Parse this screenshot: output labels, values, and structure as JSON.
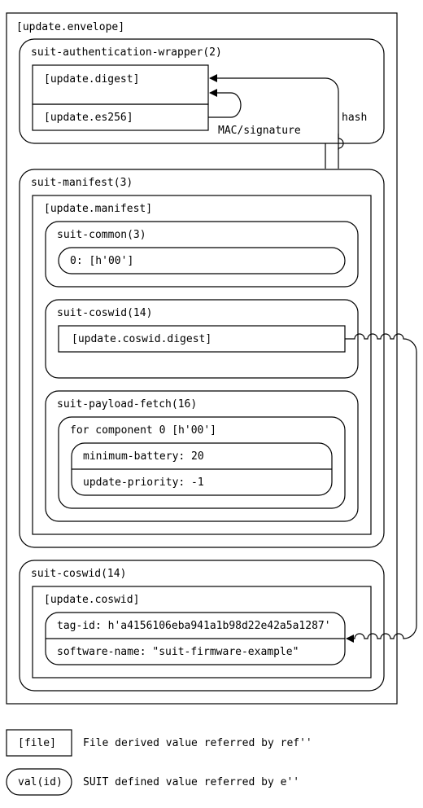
{
  "envelope": {
    "label": "[update.envelope]"
  },
  "auth_wrapper": {
    "label": "suit-authentication-wrapper(2)",
    "digest": "[update.digest]",
    "es256": "[update.es256]",
    "signature_arrow_label": "MAC/signature",
    "hash_arrow_label": "hash"
  },
  "manifest": {
    "label": "suit-manifest(3)",
    "inner_label": "[update.manifest]",
    "common": {
      "label": "suit-common(3)",
      "value": "0: [h'00']"
    },
    "coswid_ref": {
      "label": "suit-coswid(14)",
      "value": "[update.coswid.digest]"
    },
    "payload_fetch": {
      "label": "suit-payload-fetch(16)",
      "component": "for component 0 [h'00']",
      "battery": "minimum-battery: 20",
      "priority": "update-priority: -1"
    }
  },
  "coswid": {
    "label": "suit-coswid(14)",
    "inner_label": "[update.coswid]",
    "tag_id": "tag-id: h'a4156106eba941a1b98d22e42a5a1287'",
    "software_name": "software-name: \"suit-firmware-example\""
  },
  "legend": {
    "file_box": "[file]",
    "file_desc": "File derived value referred by ref''",
    "val_box": "val(id)",
    "val_desc": "SUIT defined value referred by e''"
  }
}
